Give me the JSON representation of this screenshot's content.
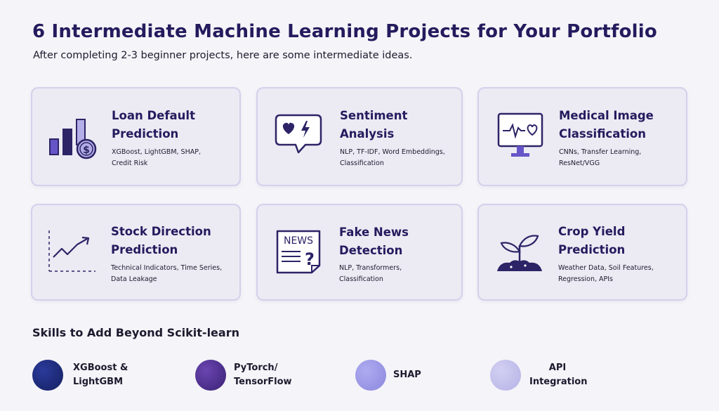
{
  "header": {
    "title": "6 Intermediate Machine Learning Projects for Your Portfolio",
    "subtitle": "After completing 2-3 beginner projects, here are some intermediate ideas."
  },
  "projects": [
    {
      "title_line1": "Loan Default",
      "title_line2": "Prediction",
      "desc_line1": "XGBoost, LightGBM, SHAP,",
      "desc_line2": "Credit Risk",
      "icon": "bar-chart-dollar-icon"
    },
    {
      "title_line1": "Sentiment",
      "title_line2": "Analysis",
      "desc_line1": "NLP, TF-IDF, Word Embeddings,",
      "desc_line2": "Classification",
      "icon": "speech-bubble-heart-icon"
    },
    {
      "title_line1": "Medical Image",
      "title_line2": "Classification",
      "desc_line1": "CNNs, Transfer Learning,",
      "desc_line2": "ResNet/VGG",
      "icon": "heart-monitor-icon"
    },
    {
      "title_line1": "Stock Direction",
      "title_line2": "Prediction",
      "desc_line1": "Technical Indicators, Time Series,",
      "desc_line2": "Data Leakage",
      "icon": "trend-line-icon"
    },
    {
      "title_line1": "Fake News",
      "title_line2": "Detection",
      "desc_line1": "NLP, Transformers,",
      "desc_line2": "Classification",
      "icon": "newspaper-question-icon",
      "icon_text": "NEWS",
      "icon_mark": "?"
    },
    {
      "title_line1": "Crop Yield",
      "title_line2": "Prediction",
      "desc_line1": "Weather Data, Soil Features,",
      "desc_line2": "Regression, APIs",
      "icon": "sprout-icon"
    }
  ],
  "skills": {
    "heading": "Skills to Add Beyond Scikit-learn",
    "items": [
      {
        "line1": "XGBoost &",
        "line2": "LightGBM",
        "color": "#1e2a7a"
      },
      {
        "line1": "PyTorch/",
        "line2": "TensorFlow",
        "color": "#4a2d8a"
      },
      {
        "line1": "SHAP",
        "line2": "",
        "color": "#9b97e6"
      },
      {
        "line1": "API",
        "line2": "Integration",
        "color": "#c3c0ec"
      }
    ]
  },
  "colors": {
    "primary": "#2c2466",
    "accent": "#6655c8",
    "light_accent": "#b3aee8"
  }
}
